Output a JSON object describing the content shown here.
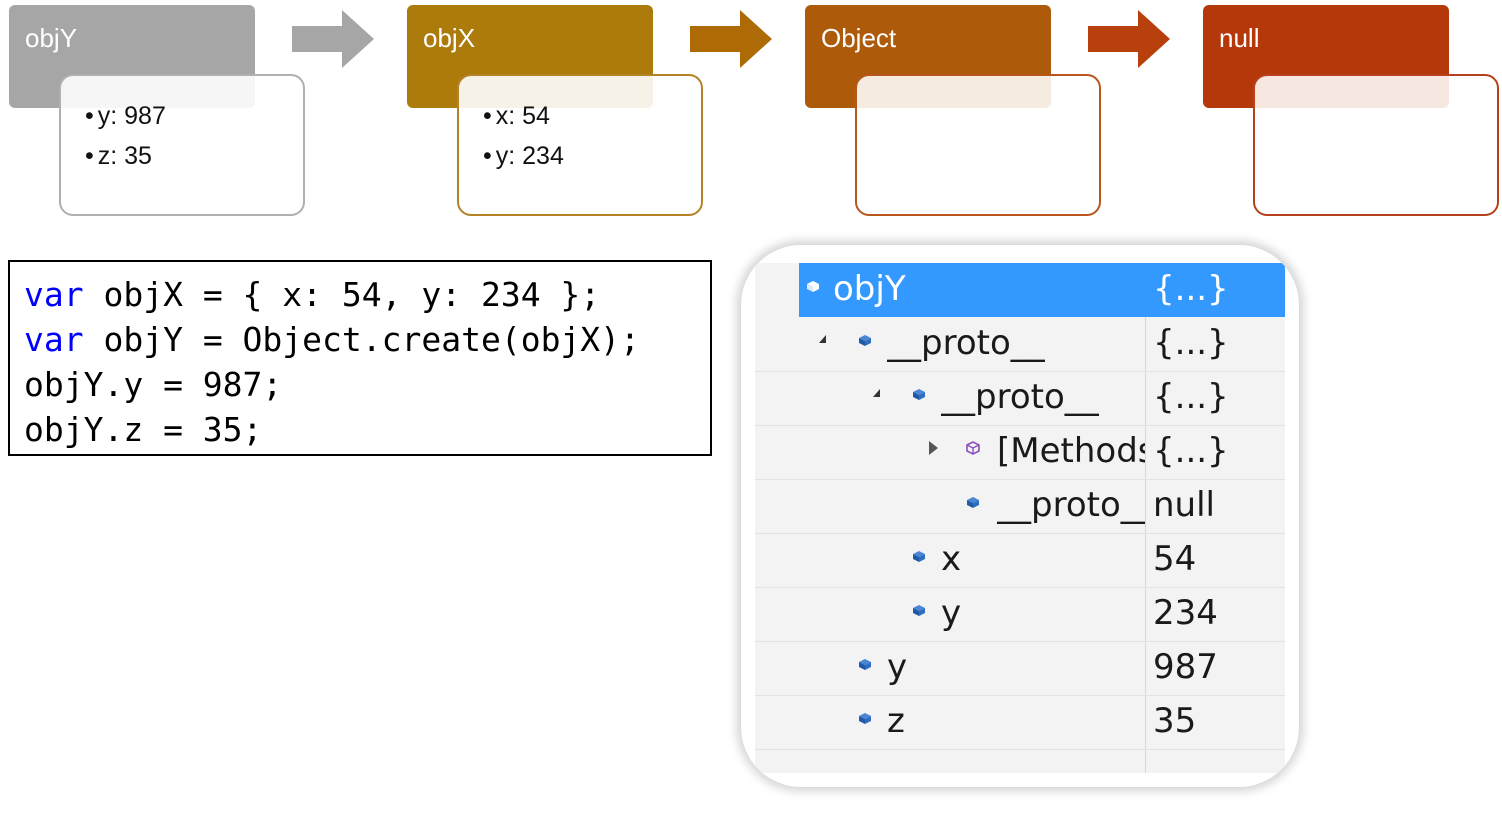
{
  "chain": [
    {
      "label": "objY",
      "items": [
        "y: 987",
        "z: 35"
      ],
      "color": "#a6a6a6",
      "border": "#b0b0b0",
      "arrow": "#a6a6a6"
    },
    {
      "label": "objX",
      "items": [
        "x: 54",
        "y: 234"
      ],
      "color": "#ad7a0c",
      "border": "#b58226",
      "arrow": "#ad6a05"
    },
    {
      "label": "Object",
      "items": [],
      "color": "#ad5a0a",
      "border": "#b8561c",
      "arrow": "#b8400d"
    },
    {
      "label": "null",
      "items": [],
      "color": "#b5380a",
      "border": "#b8401c"
    }
  ],
  "code": {
    "line1_kw": "var",
    "line1_rest": " objX = { x: 54, y: 234 };",
    "line2_kw": "var",
    "line2_rest": " objY = Object.create(objX);",
    "line3": "objY.y = 987;",
    "line4": "objY.z = 35;"
  },
  "watch": {
    "rows": [
      {
        "name": "objY",
        "value": "{...}"
      },
      {
        "name": "__proto__",
        "value": "{...}"
      },
      {
        "name": "__proto__",
        "value": "{...}"
      },
      {
        "name": "[Methods]",
        "value": "{...}"
      },
      {
        "name": "__proto__",
        "value": "null"
      },
      {
        "name": "x",
        "value": "54"
      },
      {
        "name": "y",
        "value": "234"
      },
      {
        "name": "y",
        "value": "987"
      },
      {
        "name": "z",
        "value": "35"
      }
    ],
    "selected_color": "#3399ff",
    "icon_color": "#1e5aa8",
    "method_icon_color": "#8c4fbf"
  }
}
